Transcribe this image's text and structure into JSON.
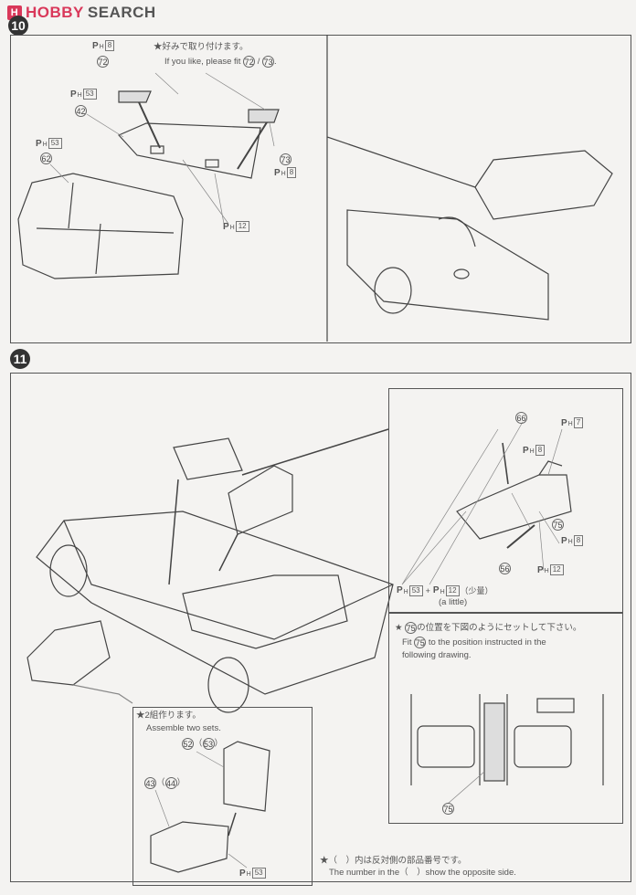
{
  "header": {
    "logo_mark": "H",
    "brand_hobby": "HOBBY",
    "brand_search": "SEARCH"
  },
  "step10": {
    "number": "10",
    "note_jp": "★好みで取り付けます。",
    "note_en_prefix": "If you like, please fit",
    "note_en_a": "72",
    "note_en_sep": "/",
    "note_en_b": "73",
    "note_en_suffix": ".",
    "labels": {
      "ph8_top": {
        "p": "P",
        "h": "H",
        "n": "8"
      },
      "part72": "72",
      "ph53_a": {
        "p": "P",
        "h": "H",
        "n": "53"
      },
      "part42": "42",
      "ph53_b": {
        "p": "P",
        "h": "H",
        "n": "53"
      },
      "part62": "62",
      "part73": "73",
      "ph8_right": {
        "p": "P",
        "h": "H",
        "n": "8"
      },
      "ph12": {
        "p": "P",
        "h": "H",
        "n": "12"
      }
    }
  },
  "step11": {
    "number": "11",
    "console": {
      "part66": "66",
      "ph7": {
        "p": "P",
        "h": "H",
        "n": "7"
      },
      "ph8_a": {
        "p": "P",
        "h": "H",
        "n": "8"
      },
      "part75": "75",
      "ph8_b": {
        "p": "P",
        "h": "H",
        "n": "8"
      },
      "part56": "56",
      "ph12": {
        "p": "P",
        "h": "H",
        "n": "12"
      },
      "ph53": {
        "p": "P",
        "h": "H",
        "n": "53"
      },
      "plus": "+",
      "ph12_b": {
        "p": "P",
        "h": "H",
        "n": "12"
      },
      "small_amount_jp": "（少量）",
      "small_amount_en": "(a little)"
    },
    "position_note": {
      "jp_suffix": "の位置を下図のようにセットして下さい。",
      "star": "★",
      "part": "75",
      "en_prefix": "Fit",
      "en_suffix": "to the position instructed in the",
      "en_line2": "following drawing.",
      "drawing_part": "75"
    },
    "seat_box": {
      "note_jp": "★2組作ります。",
      "note_en": "Assemble two sets.",
      "part52": "52",
      "part53": "53",
      "part43": "43",
      "part44": "44",
      "ph53": {
        "p": "P",
        "h": "H",
        "n": "53"
      }
    },
    "footer_note": {
      "jp": "★（　）内は反対側の部品番号です。",
      "en": "The number in the（　）show the opposite side."
    }
  }
}
